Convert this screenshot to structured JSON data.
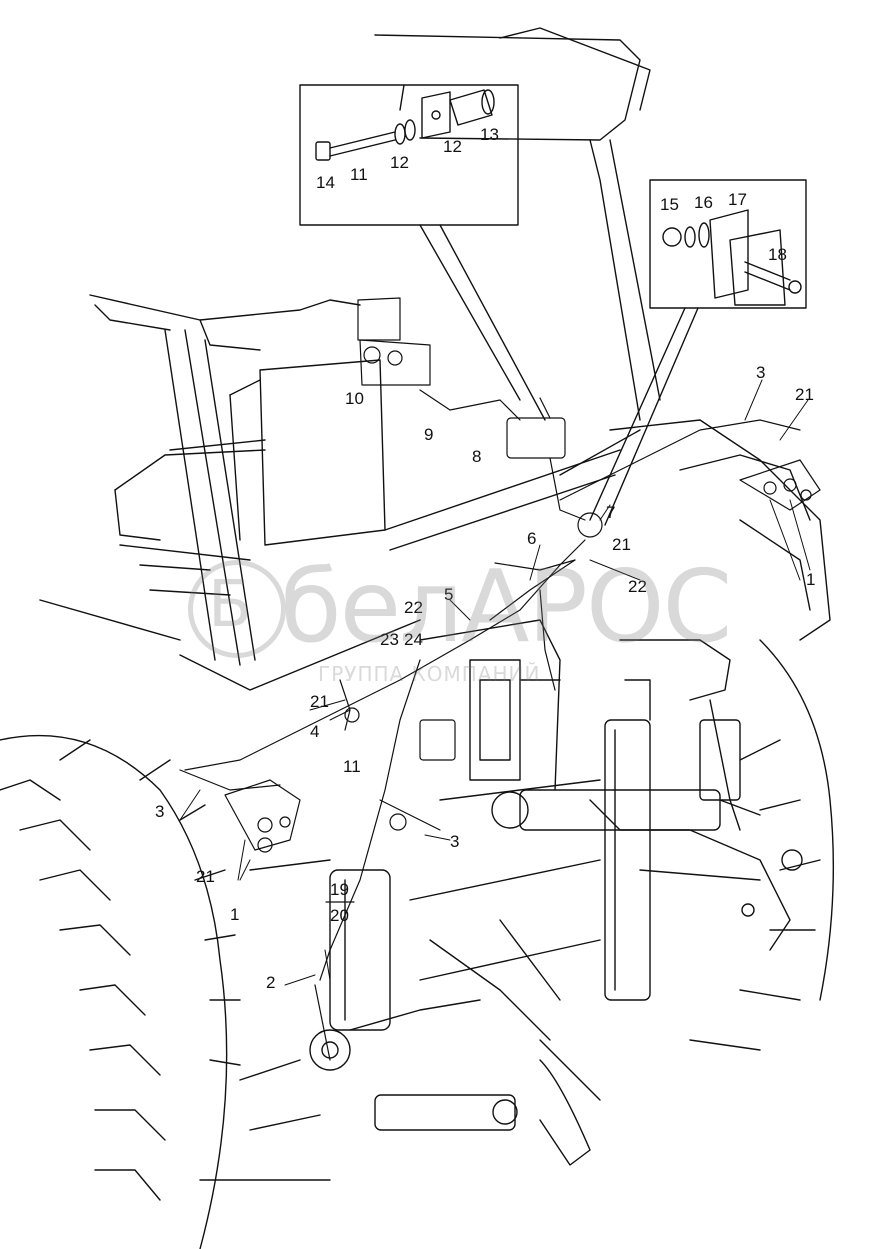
{
  "diagram": {
    "callouts": [
      {
        "id": "c14",
        "label": "14"
      },
      {
        "id": "c11a",
        "label": "11"
      },
      {
        "id": "c12a",
        "label": "12"
      },
      {
        "id": "c12b",
        "label": "12"
      },
      {
        "id": "c13",
        "label": "13"
      },
      {
        "id": "c15",
        "label": "15"
      },
      {
        "id": "c16",
        "label": "16"
      },
      {
        "id": "c17",
        "label": "17"
      },
      {
        "id": "c18",
        "label": "18"
      },
      {
        "id": "c10",
        "label": "10"
      },
      {
        "id": "c9",
        "label": "9"
      },
      {
        "id": "c8",
        "label": "8"
      },
      {
        "id": "c3a",
        "label": "3"
      },
      {
        "id": "c21a",
        "label": "21"
      },
      {
        "id": "c1a",
        "label": "1"
      },
      {
        "id": "c7",
        "label": "7"
      },
      {
        "id": "c21b",
        "label": "21"
      },
      {
        "id": "c6",
        "label": "6"
      },
      {
        "id": "c22a",
        "label": "22"
      },
      {
        "id": "c5",
        "label": "5"
      },
      {
        "id": "c22b",
        "label": "22"
      },
      {
        "id": "c23",
        "label": "23"
      },
      {
        "id": "c24",
        "label": "24"
      },
      {
        "id": "c21c",
        "label": "21"
      },
      {
        "id": "c4",
        "label": "4"
      },
      {
        "id": "c11b",
        "label": "11"
      },
      {
        "id": "c3b",
        "label": "3"
      },
      {
        "id": "c3c",
        "label": "3"
      },
      {
        "id": "c21d",
        "label": "21"
      },
      {
        "id": "c1b",
        "label": "1"
      },
      {
        "id": "c19",
        "label": "19"
      },
      {
        "id": "c20",
        "label": "20"
      },
      {
        "id": "c2",
        "label": "2"
      }
    ]
  },
  "watermark": {
    "logo_glyph": "Б",
    "brand": "белАРОС",
    "subtitle": "ГРУППА КОМПАНИЙ"
  }
}
